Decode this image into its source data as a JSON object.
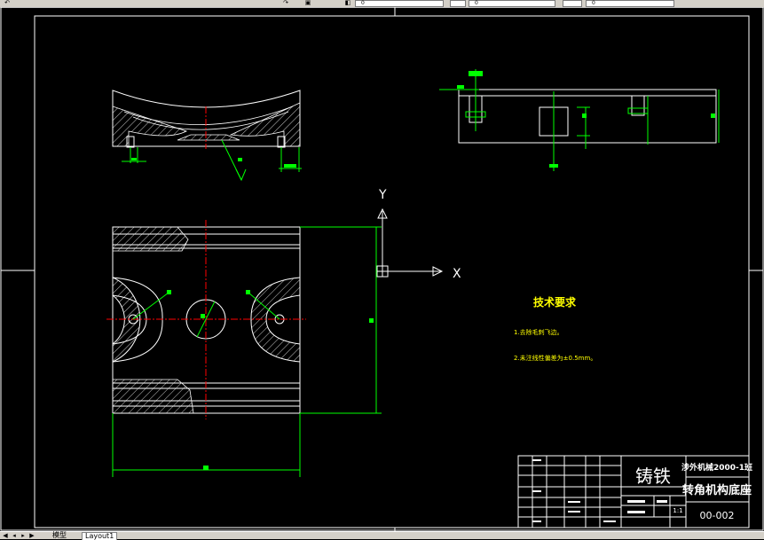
{
  "toolbar": {
    "layer_value": "0",
    "linetype_value": "0",
    "lineweight_value": "0"
  },
  "drawing": {
    "notes_title": "技术要求",
    "note_1": "1.去除毛刺飞边。",
    "note_2": "2.未注线性偏差为±0.5mm。",
    "axis_x_label": "X",
    "axis_y_label": "Y"
  },
  "title_block": {
    "material": "铸铁",
    "school": "涉外机械2000-1班",
    "part_name": "转角机构底座",
    "scale": "1:1",
    "drawing_no": "00-002"
  },
  "tabs": {
    "model": "模型",
    "layout": "Layout1"
  },
  "colors": {
    "outline": "#00ff00",
    "border": "#ffffff",
    "centerline": "#ff0000",
    "hatch": "#ffffff",
    "background": "#000000"
  },
  "icons": [
    "undo-icon",
    "redo-icon",
    "layer-icon",
    "properties-icon"
  ]
}
